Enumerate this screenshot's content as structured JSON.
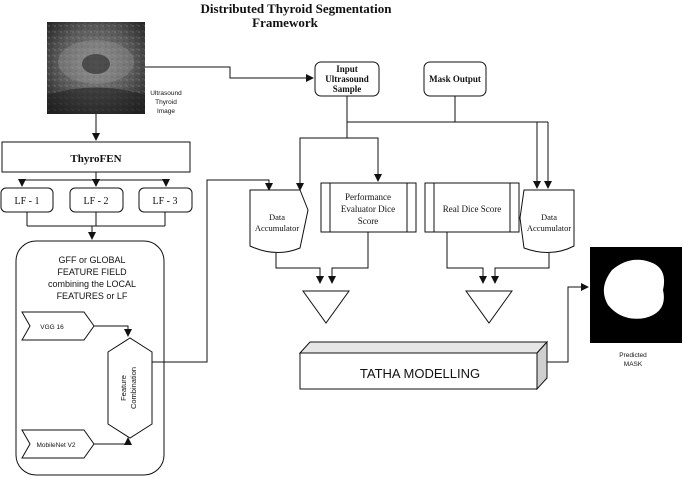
{
  "title": {
    "line1": "Distributed Thyroid Segmentation",
    "line2": "Framework"
  },
  "ultrasound_caption": {
    "line1": "Ultrasound",
    "line2": "Thyroid",
    "line3": "Image"
  },
  "thyrofen_label": "ThyroFEN",
  "local_features": [
    "LF - 1",
    "LF - 2",
    "LF - 3"
  ],
  "gff": {
    "line1": "GFF or GLOBAL",
    "line2": "FEATURE FIELD",
    "line3": "combining the LOCAL",
    "line4": "FEATURES or LF",
    "vgg_label": "VGG 16",
    "mobilenet_label": "MobileNet V2",
    "combination_line1": "Feature",
    "combination_line2": "Combination"
  },
  "input_sample": {
    "line1": "Input",
    "line2": "Ultrasound",
    "line3": "Sample"
  },
  "mask_output_label": "Mask Output",
  "data_accumulator_left": {
    "line1": "Data",
    "line2": "Accumulator"
  },
  "performance_evaluator": {
    "line1": "Performance",
    "line2": "Evaluator Dice",
    "line3": "Score"
  },
  "real_dice_score_label": "Real Dice Score",
  "data_accumulator_right": {
    "line1": "Data",
    "line2": "Accumulator"
  },
  "tatha_label": "TATHA MODELLING",
  "predicted_mask_caption": {
    "line1": "Predicted",
    "line2": "MASK"
  },
  "colors": {
    "line": "#111111",
    "ultrasound_dark": "#2a2a2a",
    "ultrasound_mid": "#6b6b6b",
    "mask_background": "#000000",
    "mask_foreground": "#ffffff"
  }
}
